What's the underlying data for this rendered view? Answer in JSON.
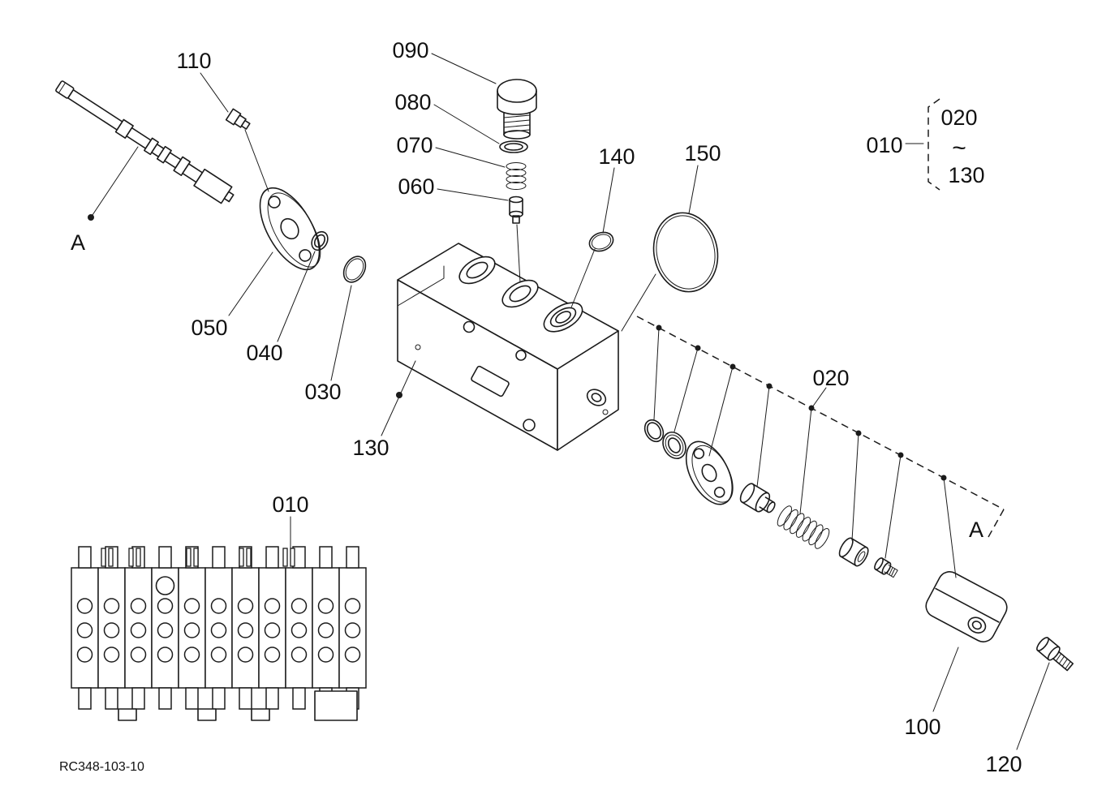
{
  "diagram": {
    "drawing_code": "RC348-103-10",
    "callouts": {
      "c010": "010",
      "c020": "020",
      "c030": "030",
      "c040": "040",
      "c050": "050",
      "c060": "060",
      "c070": "070",
      "c080": "080",
      "c090": "090",
      "c100": "100",
      "c110": "110",
      "c120": "120",
      "c130": "130",
      "c140": "140",
      "c150": "150"
    },
    "section_markers": {
      "left": "A",
      "right": "A"
    },
    "group_reference": {
      "parent": "010",
      "range_start": "020",
      "separator": "~",
      "range_end": "130"
    }
  }
}
